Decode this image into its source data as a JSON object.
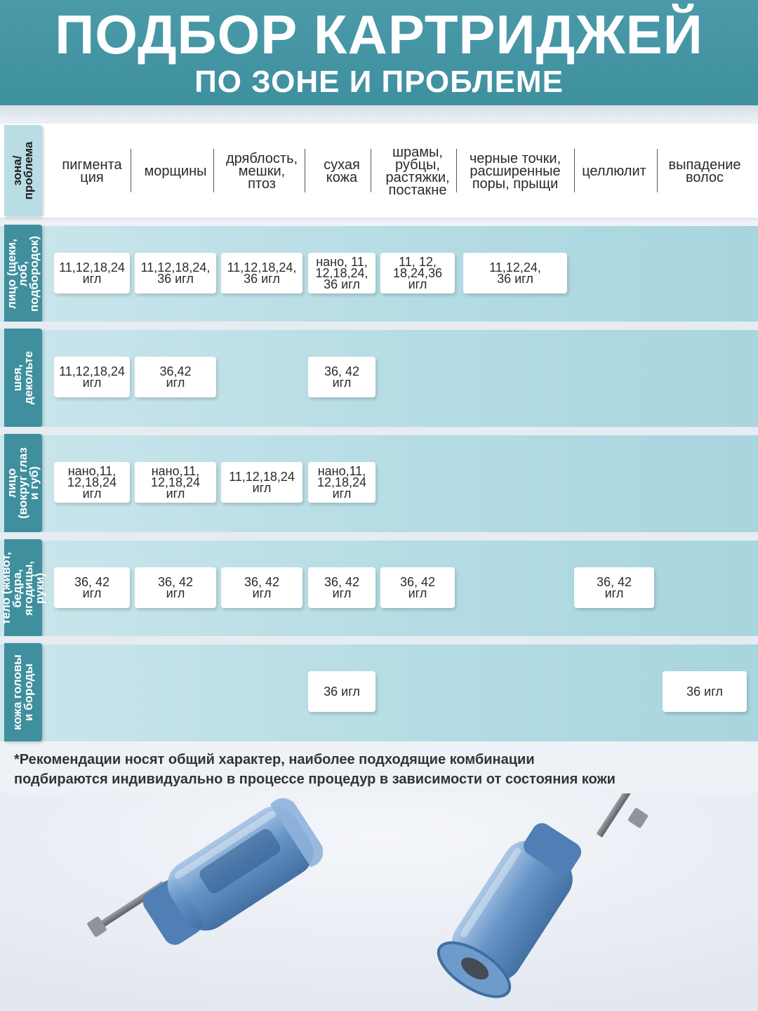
{
  "header": {
    "title": "ПОДБОР КАРТРИДЖЕЙ",
    "subtitle": "ПО ЗОНЕ И ПРОБЛЕМЕ"
  },
  "corner_label": "зона/\nпроблема",
  "columns": [
    "пигмента\nция",
    "морщины",
    "дряблость,\nмешки,\nптоз",
    "сухая\nкожа",
    "шрамы,\nрубцы,\nрастяжки,\nпостакне",
    "черные точки,\nрасширенные\nпоры, прыщи",
    "целлюлит",
    "выпадение\nволос"
  ],
  "rows": [
    {
      "label": "лицо (щеки,\nлоб,\nподбородок)",
      "cells": [
        "11,12,18,24\nигл",
        "11,12,18,24,\n36 игл",
        "11,12,18,24,\n36 игл",
        "нано, 11,\n12,18,24,\n36 игл",
        "11, 12,\n18,24,36\nигл",
        "11,12,24,\n36 игл",
        "",
        ""
      ]
    },
    {
      "label": "шея,\nдекольте",
      "cells": [
        "11,12,18,24\nигл",
        "36,42\nигл",
        "",
        "36, 42\nигл",
        "",
        "",
        "",
        ""
      ]
    },
    {
      "label": "лицо\n(вокруг глаз\nи губ)",
      "cells": [
        "нано,11,\n12,18,24\nигл",
        "нано,11,\n12,18,24\nигл",
        "11,12,18,24\nигл",
        "нано,11,\n12,18,24\nигл",
        "",
        "",
        "",
        ""
      ]
    },
    {
      "label": "тело (живот,\nбедра,\nягодицы,\nруки)",
      "cells": [
        "36, 42\nигл",
        "36, 42\nигл",
        "36, 42\nигл",
        "36, 42\nигл",
        "36, 42\nигл",
        "",
        "36, 42\nигл",
        ""
      ]
    },
    {
      "label": "кожа головы\nи бороды",
      "cells": [
        "",
        "",
        "",
        "36 игл",
        "",
        "",
        "",
        "36 игл"
      ]
    }
  ],
  "footnote": "*Рекомендации носят общий характер, наиболее подходящие комбинации\nподбираются индивидуально в процессе процедур в зависимости от состояния кожи",
  "colors": {
    "header": "#4a9aaa",
    "label_dark": "#3f8f9e",
    "label_light": "#b8dde4",
    "band": "#b5dce4",
    "cartridge": "#5b86b8"
  }
}
